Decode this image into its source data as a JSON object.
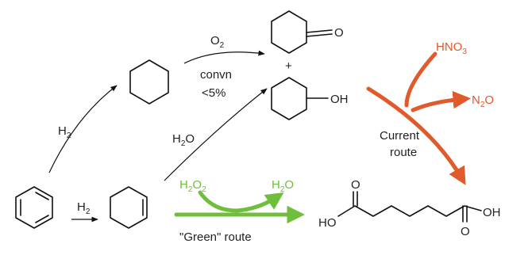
{
  "labels": {
    "h2_a": "H",
    "h2_b": "H",
    "h2_sub": "2",
    "o2": "O",
    "o2_sub": "2",
    "convn": "convn",
    "lt5": "<5%",
    "h2o": "H",
    "h2o_sub": "2",
    "h2o_o": "O",
    "plus": "+",
    "ketone_o": "O",
    "alcohol_oh": "OH",
    "hno3": "HNO",
    "hno3_sub": "3",
    "n2o": "N",
    "n2o_sub": "2",
    "n2o_o": "O",
    "current_line1": "Current",
    "current_line2": "route",
    "h2o2": "H",
    "h2o2_sub1": "2",
    "h2o2_o": "O",
    "h2o2_sub2": "2",
    "green_h2o": "H",
    "green_h2o_sub": "2",
    "green_h2o_o": "O",
    "green_route": "\"Green\" route",
    "adipic_ho": "HO",
    "adipic_oh": "OH",
    "adipic_o_top": "O",
    "adipic_o_bottom": "O"
  },
  "colors": {
    "orange": "#e05a2b",
    "green": "#6fbe3c",
    "black": "#111111"
  }
}
